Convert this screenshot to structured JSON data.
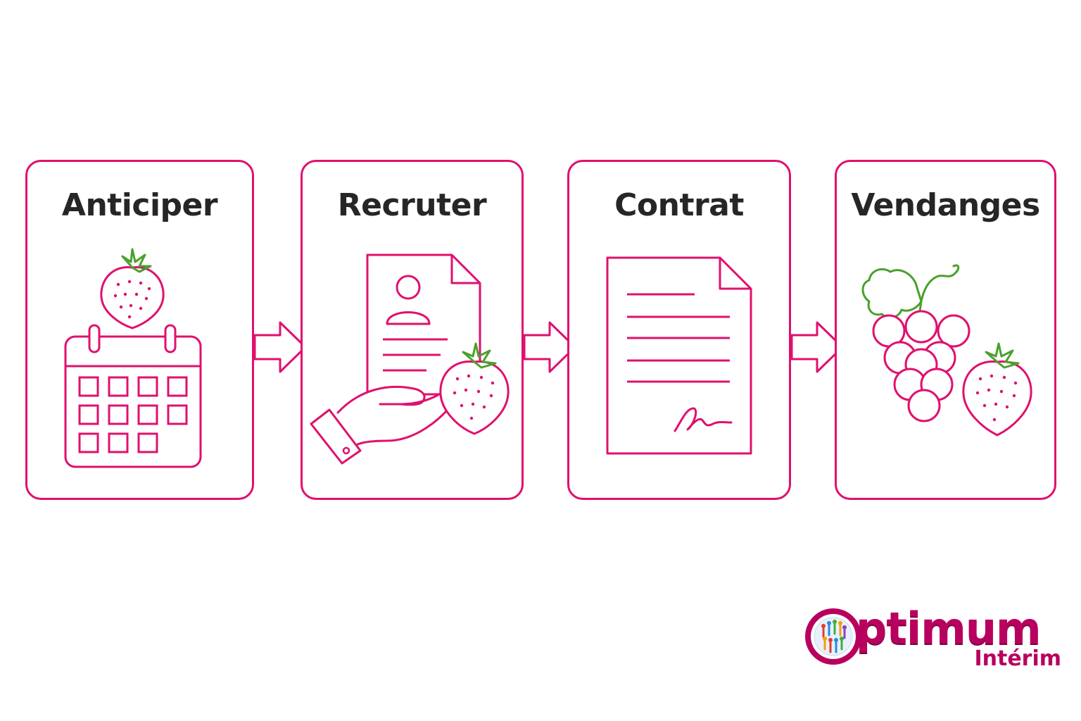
{
  "steps": [
    {
      "id": "anticiper",
      "title": "Anticiper"
    },
    {
      "id": "recruter",
      "title": "Recruter"
    },
    {
      "id": "contrat",
      "title": "Contrat"
    },
    {
      "id": "vendanges",
      "title": "Vendanges"
    }
  ],
  "logo": {
    "word": "ptimum",
    "sub": "Intérim"
  },
  "colors": {
    "accent": "#e0106e",
    "leaf": "#4aa02c",
    "text": "#262626",
    "logo": "#b8005e"
  },
  "icons": [
    "calendar-icon",
    "strawberry-icon",
    "resume-icon",
    "hand-icon",
    "contract-icon",
    "signature-icon",
    "grapes-icon"
  ]
}
